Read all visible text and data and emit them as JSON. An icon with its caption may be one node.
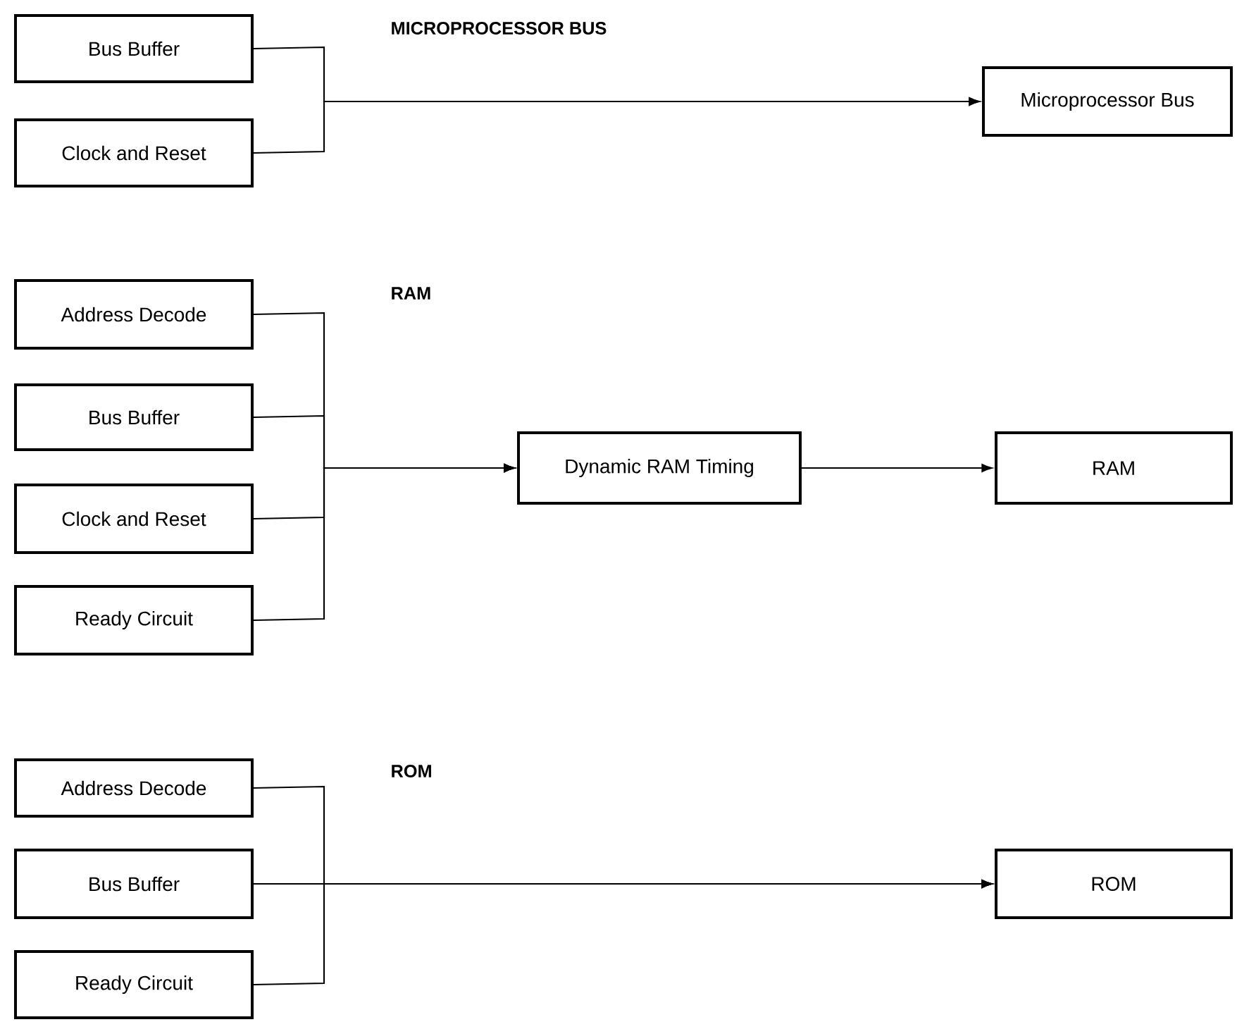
{
  "diagram": {
    "nodes": [
      {
        "text": [
          "Bus Buffer"
        ]
      },
      {
        "text": [
          "Clock and Reset"
        ]
      },
      {
        "text": [
          "Microprocessor Bus"
        ]
      },
      {
        "text": [
          "Address Decode"
        ]
      },
      {
        "text": [
          "Bus Buffer"
        ]
      },
      {
        "text": [
          "Clock and Reset"
        ]
      },
      {
        "text": [
          "Ready Circuit"
        ]
      },
      {
        "text": [
          "Dynamic RAM Timing"
        ]
      },
      {
        "text": [
          "RAM"
        ]
      },
      {
        "text": [
          "Address Decode"
        ]
      },
      {
        "text": [
          "Bus Buffer"
        ]
      },
      {
        "text": [
          "Ready Circuit"
        ]
      },
      {
        "text": [
          "ROM"
        ]
      }
    ],
    "edges": [
      {
        "from": 0,
        "to": 2,
        "arrow": "to"
      },
      {
        "from": 1,
        "to": 2,
        "arrow": "to"
      },
      {
        "from": 3,
        "to": 7,
        "arrow": "to"
      },
      {
        "from": 4,
        "to": 7,
        "arrow": "to"
      },
      {
        "from": 5,
        "to": 7,
        "arrow": "to"
      },
      {
        "from": 6,
        "to": 7,
        "arrow": "to"
      },
      {
        "from": 7,
        "to": 8,
        "arrow": "to"
      },
      {
        "from": 9,
        "to": 12,
        "arrow": "to"
      },
      {
        "from": 10,
        "to": 12,
        "arrow": "to"
      },
      {
        "from": 11,
        "to": 12,
        "arrow": "to"
      }
    ],
    "labels": [
      "MICROPROCESSOR BUS",
      "RAM",
      "ROM"
    ]
  }
}
